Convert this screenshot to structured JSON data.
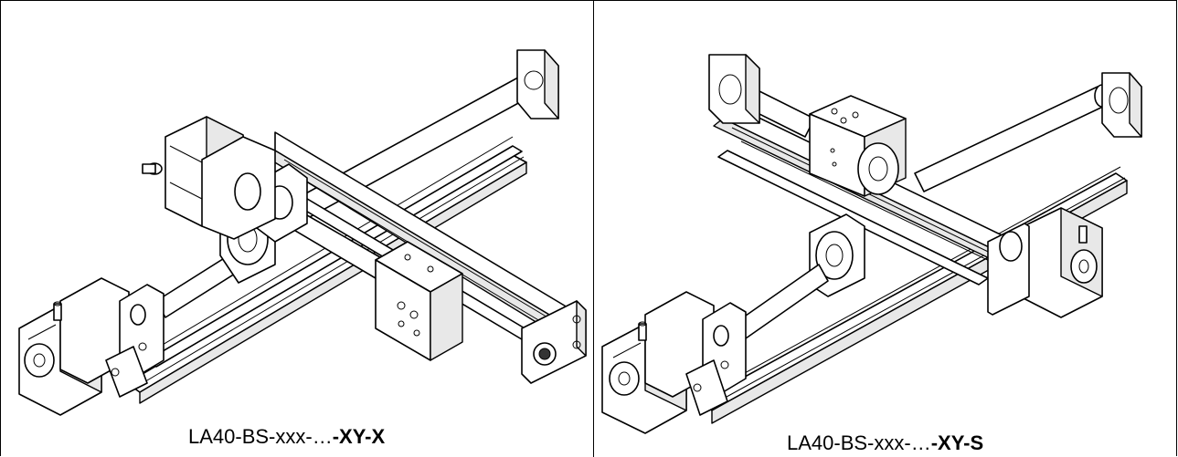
{
  "panels": [
    {
      "caption_prefix": "LA40-BS-xxx-…",
      "caption_suffix": "-XY-X"
    },
    {
      "caption_prefix": "LA40-BS-xxx-…",
      "caption_suffix": "-XY-S"
    }
  ]
}
